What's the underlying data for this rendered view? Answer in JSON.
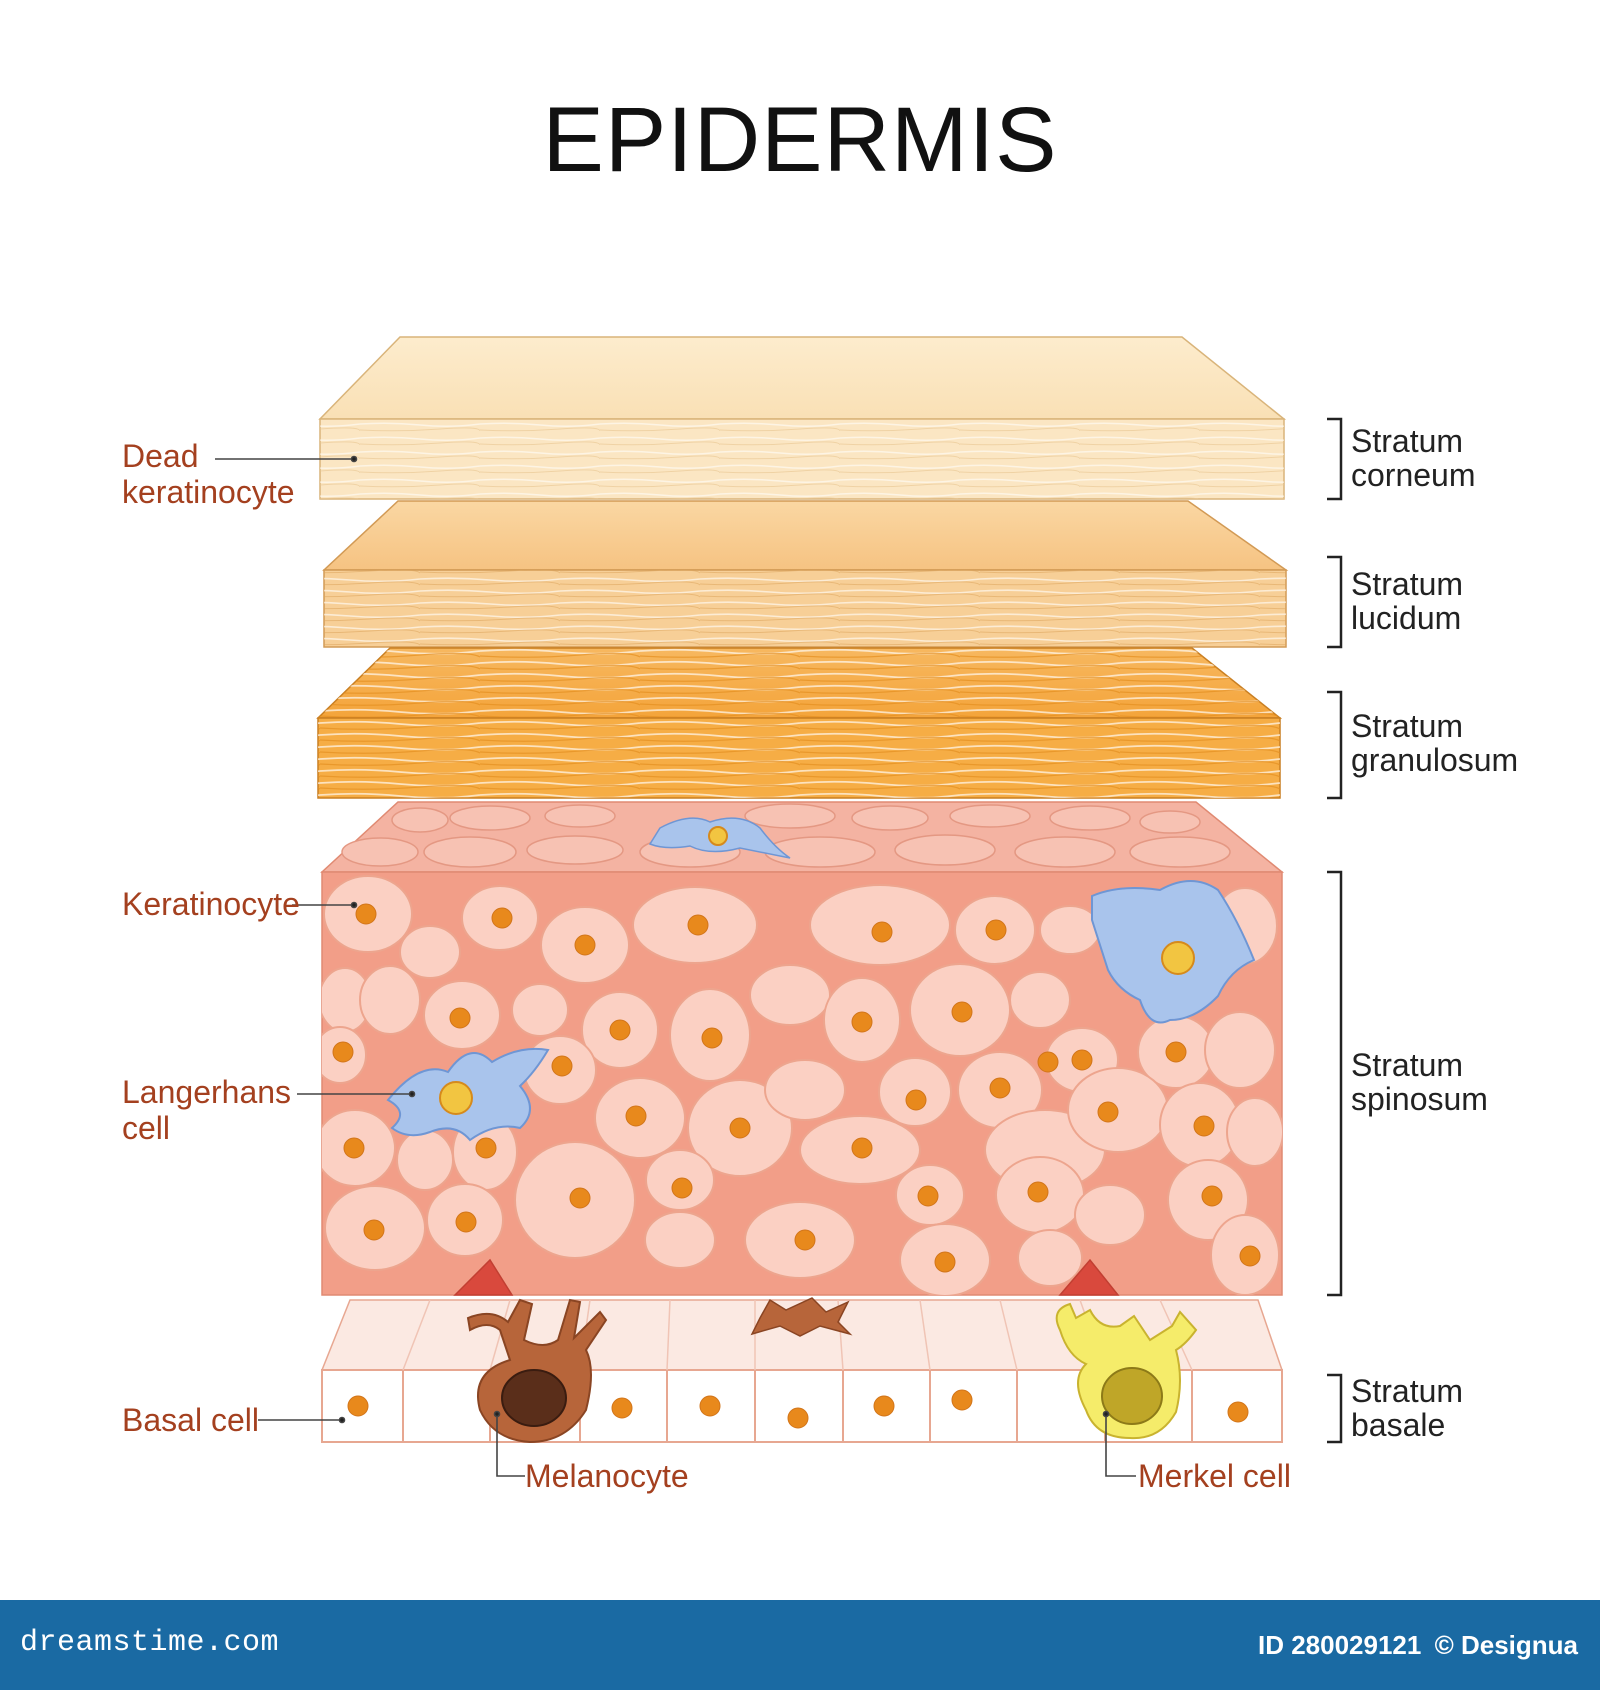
{
  "title": "EPIDERMIS",
  "left_labels": {
    "dead_keratinocyte": "Dead\nkeratinocyte",
    "keratinocyte": "Keratinocyte",
    "langerhans_cell": "Langerhans\ncell",
    "basal_cell": "Basal cell",
    "melanocyte": "Melanocyte",
    "merkel_cell": "Merkel cell"
  },
  "layers": {
    "stratum_corneum": "Stratum\ncorneum",
    "stratum_lucidum": "Stratum\nlucidum",
    "stratum_granulosum": "Stratum\ngranulosum",
    "stratum_spinosum": "Stratum\nspinosum",
    "stratum_basale": "Stratum\nbasale"
  },
  "colors": {
    "label_accent": "#a4401f",
    "corneum": "#fbe2b8",
    "lucidum": "#f8c98c",
    "granulosum": "#f5a93e",
    "spinosum": "#f2a08c",
    "cell_fill": "#fbcfc2",
    "nucleus": "#e8891c",
    "langerhans": "#a9c4ec",
    "melanocyte": "#b7653a",
    "merkel": "#f5ec6a",
    "footer": "#1a6aa3"
  },
  "footer": {
    "brand": "dreamstime.com",
    "id": "ID 280029121",
    "author": "© Designua"
  }
}
